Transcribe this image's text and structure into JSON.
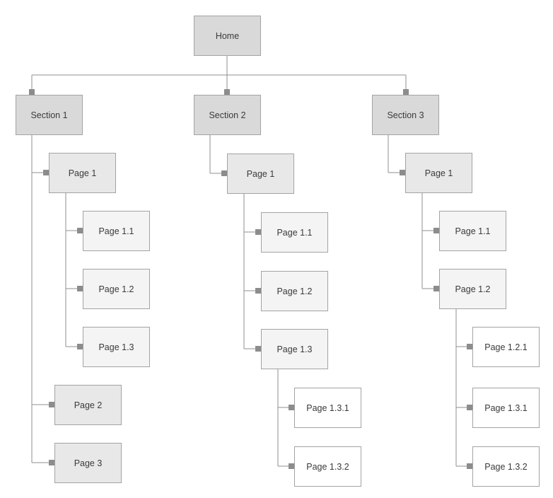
{
  "diagram": {
    "root": {
      "label": "Home"
    },
    "sections": [
      {
        "label": "Section 1",
        "children": [
          {
            "label": "Page 1",
            "children": [
              {
                "label": "Page 1.1"
              },
              {
                "label": "Page 1.2"
              },
              {
                "label": "Page 1.3"
              }
            ]
          },
          {
            "label": "Page 2"
          },
          {
            "label": "Page 3"
          }
        ]
      },
      {
        "label": "Section 2",
        "children": [
          {
            "label": "Page 1",
            "children": [
              {
                "label": "Page 1.1"
              },
              {
                "label": "Page 1.2"
              },
              {
                "label": "Page 1.3",
                "children": [
                  {
                    "label": "Page 1.3.1"
                  },
                  {
                    "label": "Page 1.3.2"
                  }
                ]
              }
            ]
          }
        ]
      },
      {
        "label": "Section 3",
        "children": [
          {
            "label": "Page 1",
            "children": [
              {
                "label": "Page 1.1"
              },
              {
                "label": "Page 1.2",
                "children": [
                  {
                    "label": "Page 1.2.1"
                  },
                  {
                    "label": "Page 1.3.1"
                  },
                  {
                    "label": "Page 1.3.2"
                  }
                ]
              }
            ]
          }
        ]
      }
    ]
  }
}
